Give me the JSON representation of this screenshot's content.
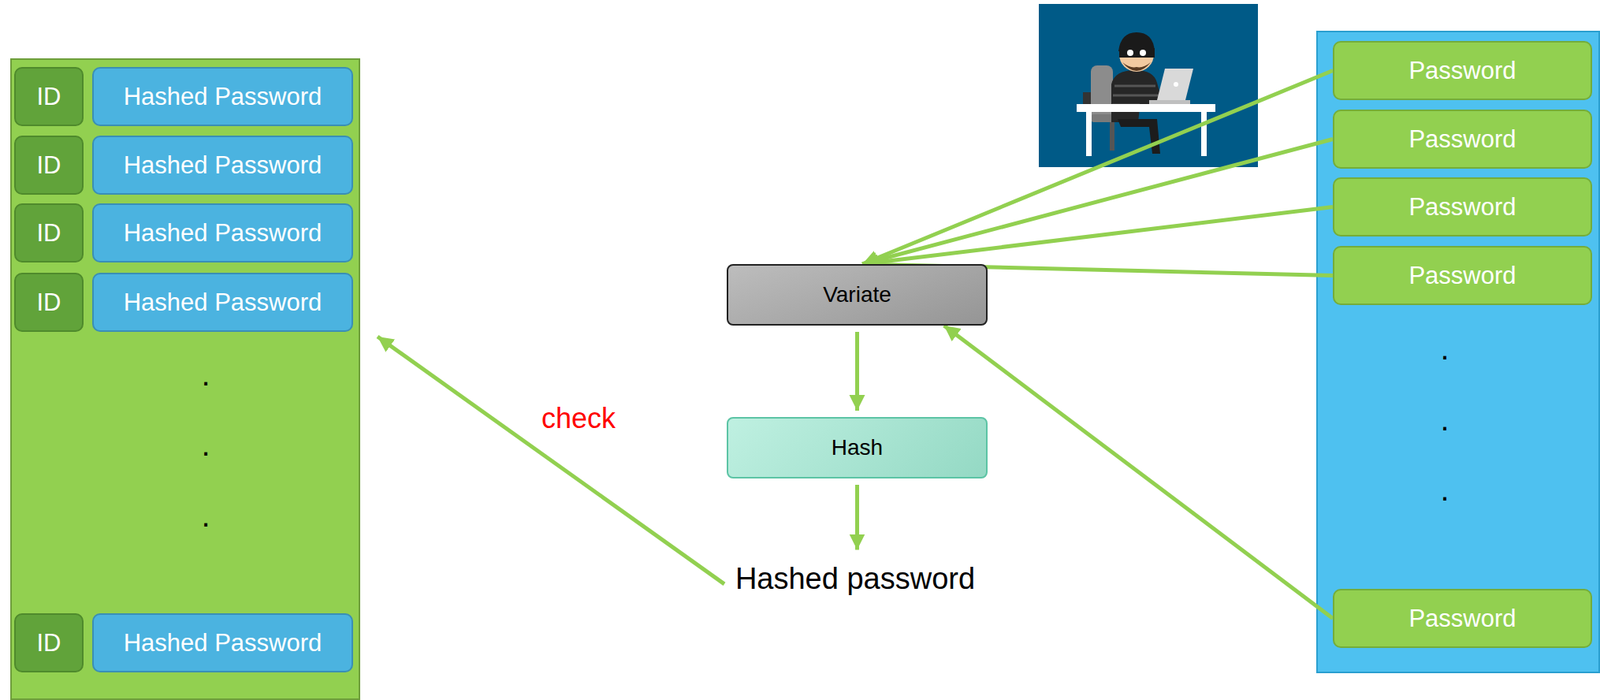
{
  "diagram": {
    "nodes": [
      {
        "text": []
      },
      {
        "text": [
          "ID"
        ],
        "in": 0
      },
      {
        "text": [
          "Hashed Password"
        ],
        "in": 0
      },
      {
        "text": [
          "ID"
        ],
        "in": 0
      },
      {
        "text": [
          "Hashed Password"
        ],
        "in": 0
      },
      {
        "text": [
          "ID"
        ],
        "in": 0
      },
      {
        "text": [
          "Hashed Password"
        ],
        "in": 0
      },
      {
        "text": [
          "ID"
        ],
        "in": 0
      },
      {
        "text": [
          "Hashed Password"
        ],
        "in": 0
      },
      {
        "text": [
          "ID"
        ],
        "in": 0
      },
      {
        "text": [
          "Hashed Password"
        ],
        "in": 0
      },
      {
        "text": []
      },
      {
        "text": [
          "Password"
        ],
        "in": 11
      },
      {
        "text": [
          "Password"
        ],
        "in": 11
      },
      {
        "text": [
          "Password"
        ],
        "in": 11
      },
      {
        "text": [
          "Password"
        ],
        "in": 11
      },
      {
        "text": [
          "Password"
        ],
        "in": 11
      },
      {
        "text": [
          "Variate"
        ]
      },
      {
        "text": [
          "Hash"
        ]
      },
      {
        "text": [
          "Hashed password"
        ]
      }
    ],
    "edges": [
      {
        "from": 12,
        "to": 17,
        "arrow": "to"
      },
      {
        "from": 13,
        "to": 17,
        "arrow": "to"
      },
      {
        "from": 14,
        "to": 17,
        "arrow": "to"
      },
      {
        "from": 15,
        "to": 17,
        "arrow": "to"
      },
      {
        "from": 16,
        "to": 17,
        "arrow": "to"
      },
      {
        "from": 17,
        "to": 18,
        "arrow": "to"
      },
      {
        "from": 18,
        "to": 19,
        "arrow": "to"
      },
      {
        "from": 19,
        "to": 0,
        "label": "check",
        "arrow": "to"
      }
    ],
    "labels": [
      ".",
      ".",
      ".",
      ".",
      ".",
      "."
    ]
  }
}
